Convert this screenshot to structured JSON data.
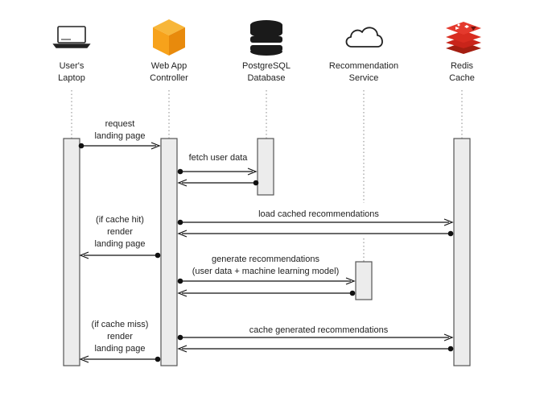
{
  "participants": [
    {
      "id": "laptop",
      "icon": "laptop-icon",
      "line1": "User's",
      "line2": "Laptop"
    },
    {
      "id": "webapp",
      "icon": "aws-cube-icon",
      "line1": "Web App",
      "line2": "Controller"
    },
    {
      "id": "postgres",
      "icon": "database-icon",
      "line1": "PostgreSQL",
      "line2": "Database"
    },
    {
      "id": "recsvc",
      "icon": "cloud-icon",
      "line1": "Recommendation",
      "line2": "Service"
    },
    {
      "id": "redis",
      "icon": "redis-icon",
      "line1": "Redis",
      "line2": "Cache"
    }
  ],
  "messages": {
    "request_landing": [
      "request",
      "landing page"
    ],
    "fetch_user": [
      "fetch user data"
    ],
    "load_cached": [
      "load cached recommendations"
    ],
    "cache_hit_render": [
      "(if cache hit)",
      "render",
      "landing page"
    ],
    "generate": [
      "generate recommendations",
      "(user data + machine learning model)"
    ],
    "cache_generated": [
      "cache generated recommendations"
    ],
    "cache_miss_render": [
      "(if cache miss)",
      "render",
      "landing page"
    ]
  },
  "colors": {
    "aws_orange": "#f7a21b",
    "redis_red": "#d82c20",
    "activation_fill": "#ececec",
    "line": "#111111"
  }
}
